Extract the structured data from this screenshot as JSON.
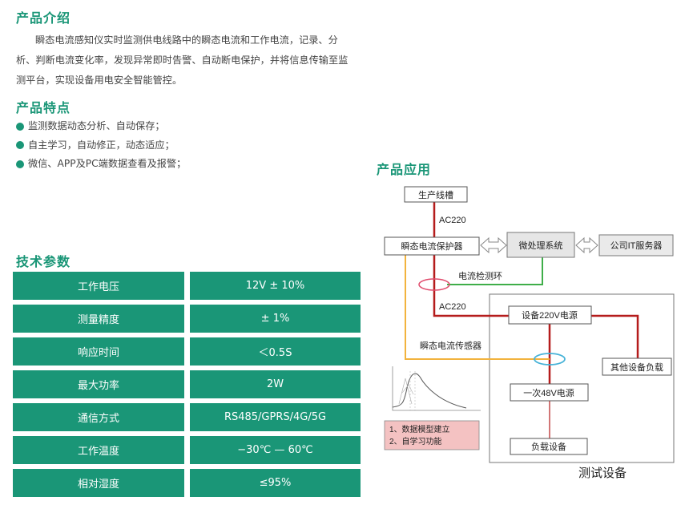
{
  "intro": {
    "title": "产品介绍",
    "text": "瞬态电流感知仪实时监测供电线路中的瞬态电流和工作电流，记录、分析、判断电流变化率，发现异常即时告警、自动断电保护，并将信息传输至监测平台，实现设备用电安全智能管控。"
  },
  "features": {
    "title": "产品特点",
    "items": [
      "监测数据动态分析、自动保存；",
      "自主学习，自动修正，动态适应；",
      "微信、APP及PC端数据查看及报警；"
    ]
  },
  "specs": {
    "title": "技术参数",
    "rows": [
      {
        "k": "工作电压",
        "v": "12V ± 10%"
      },
      {
        "k": "测量精度",
        "v": "± 1%"
      },
      {
        "k": "响应时间",
        "v": "＜0.5S"
      },
      {
        "k": "最大功率",
        "v": "2W"
      },
      {
        "k": "通信方式",
        "v": "RS485/GPRS/4G/5G"
      },
      {
        "k": "工作温度",
        "v": "−30℃ — 60℃"
      },
      {
        "k": "相对湿度",
        "v": "≤95%"
      }
    ]
  },
  "application": {
    "title": "产品应用",
    "boxes": {
      "line": "生产线槽",
      "protector": "瞬态电流保护器",
      "mcu": "微处理系统",
      "server": "公司IT服务器",
      "psu220": "设备220V电源",
      "other": "其他设备负载",
      "psu48": "一次48V电源",
      "load": "负载设备"
    },
    "labels": {
      "ac1": "AC220",
      "ac2": "AC220",
      "ring": "电流检测环",
      "sensor": "瞬态电流传感器",
      "test": "测试设备"
    },
    "note": [
      "1、数据模型建立",
      "2、自学习功能"
    ],
    "colors": {
      "red": "#b51c1c",
      "yellow": "#f2b33d",
      "green": "#3fae49",
      "blue": "#48b3d8",
      "note_bg": "#f4c2c2"
    }
  }
}
